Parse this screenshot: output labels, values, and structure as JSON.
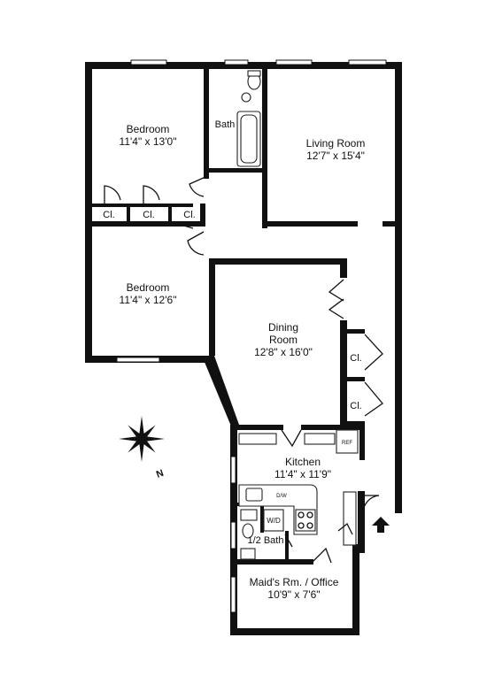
{
  "rooms": {
    "bedroom1": {
      "name": "Bedroom",
      "dims": "11'4\" x 13'0\""
    },
    "bedroom2": {
      "name": "Bedroom",
      "dims": "11'4\" x 12'6\""
    },
    "living": {
      "name": "Living Room",
      "dims": "12'7\" x 15'4\""
    },
    "dining": {
      "name_line1": "Dining",
      "name_line2": "Room",
      "dims": "12'8\" x 16'0\""
    },
    "kitchen": {
      "name": "Kitchen",
      "dims": "11'4\" x 11'9\""
    },
    "maids": {
      "name": "Maid's Rm. / Office",
      "dims": "10'9\" x 7'6\""
    },
    "bath": {
      "name": "Bath"
    },
    "half_bath": {
      "name": "1/2 Bath"
    }
  },
  "closets": [
    "Cl.",
    "Cl.",
    "Cl.",
    "Cl.",
    "Cl."
  ],
  "fixtures": {
    "ref": "REF",
    "dw": "D/W",
    "wd": "W/D"
  },
  "compass": {
    "label": "N"
  },
  "icons": [
    "compass-icon",
    "entry-arrow-icon"
  ]
}
